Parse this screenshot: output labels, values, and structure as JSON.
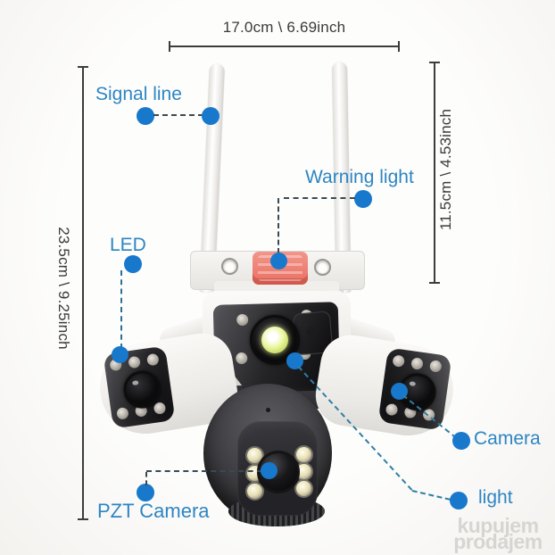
{
  "dimensions": {
    "width_top": "17.0cm \\ 6.69inch",
    "height_left": "23.5cm \\ 9.25inch",
    "height_right": "11.5cm \\ 4.53inch"
  },
  "callouts": {
    "signal_line": "Signal line",
    "warning_light": "Warning light",
    "led": "LED",
    "camera": "Camera",
    "light": "light",
    "pzt_camera": "PZT Camera"
  },
  "watermark": {
    "line1": "kupujem",
    "line2": "prodajem"
  },
  "colors": {
    "label_blue": "#2d85c3",
    "pointer_dot_blue": "#1778cc",
    "dash_dark": "#3a4a52",
    "dash_teal": "#2f7fa3",
    "dimension_line": "#3c3c3c",
    "warning_light_red": "#e96f61",
    "camera_body_white": "#f7f6f4",
    "camera_face_dark": "#1d1d20",
    "spotlight_glow": "#e9f59b"
  }
}
